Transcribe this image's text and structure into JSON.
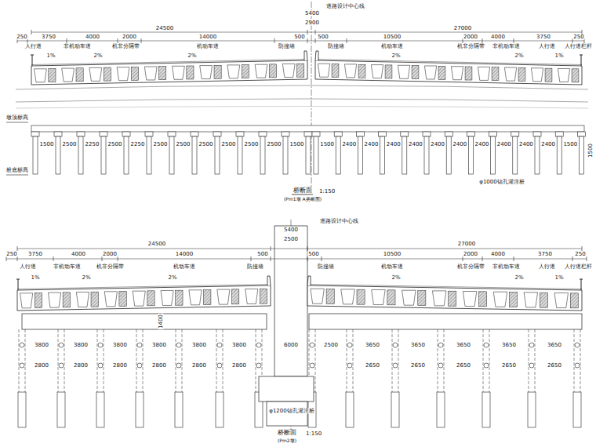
{
  "diagram": {
    "labels": [
      "道路设计中心线",
      "5400",
      "2900",
      "24500",
      "27000",
      "250",
      "3750",
      "4000",
      "2000",
      "14000",
      "500",
      "500",
      "10500",
      "2000",
      "4000",
      "3750",
      "250",
      "人行道",
      "非机动车道",
      "机非分隔带",
      "机动车道",
      "防撞墙",
      "防撞墙",
      "机动车道",
      "机非分隔带",
      "非机动车道",
      "人行道",
      "人行道栏杆",
      "1%",
      "2%",
      "2%",
      "2%",
      "2%",
      "1%",
      "墩顶标高",
      "桩底标高",
      "1500",
      "2500",
      "2250",
      "2500",
      "2250",
      "2500",
      "2500",
      "2500",
      "2500",
      "2500",
      "2500",
      "1500",
      "1500",
      "2400",
      "2400",
      "2400",
      "2400",
      "2400",
      "2400",
      "2400",
      "2400",
      "2400",
      "2400",
      "1500",
      "1500",
      "φ1000钻孔灌注桩",
      "桥断面",
      "1:150",
      "(Pm1墩 A类断面)",
      "道路设计中心线",
      "5400",
      "2500",
      "24500",
      "27000",
      "250",
      "3750",
      "4000",
      "2000",
      "14000",
      "500",
      "500",
      "10500",
      "2000",
      "4000",
      "3750",
      "250",
      "人行道",
      "非机动车道",
      "机非分隔带",
      "机动车道",
      "防撞墙",
      "防撞墙",
      "机动车道",
      "机非分隔带",
      "非机动车道",
      "人行道",
      "人行道栏杆",
      "1%",
      "2%",
      "2%",
      "2%",
      "2%",
      "1%",
      "1400",
      "3800",
      "3800",
      "3800",
      "3800",
      "3800",
      "3800",
      "2800",
      "2800",
      "2800",
      "2800",
      "2800",
      "2800",
      "6000",
      "2500",
      "3650",
      "3650",
      "3650",
      "3650",
      "3650",
      "2650",
      "2650",
      "2650",
      "2650",
      "2650",
      "φ1200钻孔灌注桩",
      "桥断面",
      "1:150",
      "(Pm2墩)"
    ]
  }
}
